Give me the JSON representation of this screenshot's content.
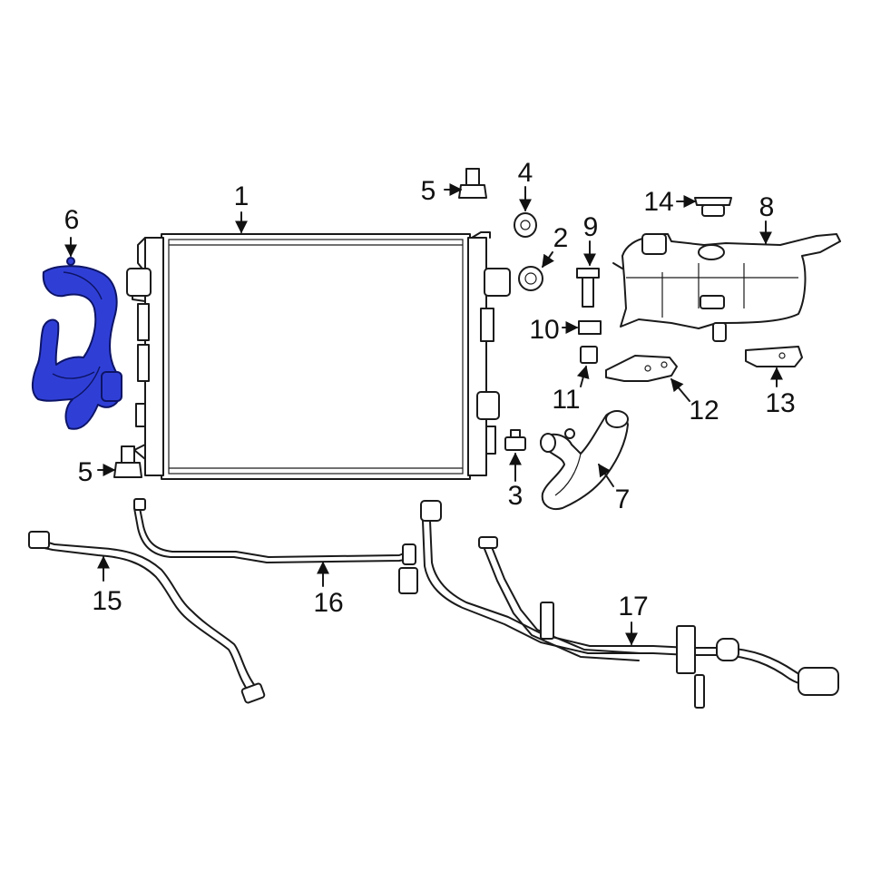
{
  "diagram": {
    "highlight_color": "#2f3fd6",
    "callouts": [
      {
        "id": "1",
        "label": "1",
        "part": "radiator"
      },
      {
        "id": "2",
        "label": "2",
        "part": "washer"
      },
      {
        "id": "3",
        "label": "3",
        "part": "clip"
      },
      {
        "id": "4",
        "label": "4",
        "part": "grommet"
      },
      {
        "id": "5a",
        "label": "5",
        "part": "bolt"
      },
      {
        "id": "5b",
        "label": "5",
        "part": "bolt"
      },
      {
        "id": "6",
        "label": "6",
        "part": "radiator hose"
      },
      {
        "id": "7",
        "label": "7",
        "part": "hose"
      },
      {
        "id": "8",
        "label": "8",
        "part": "reservoir"
      },
      {
        "id": "9",
        "label": "9",
        "part": "bolt"
      },
      {
        "id": "10",
        "label": "10",
        "part": "nut"
      },
      {
        "id": "11",
        "label": "11",
        "part": "spacer"
      },
      {
        "id": "12",
        "label": "12",
        "part": "bracket"
      },
      {
        "id": "13",
        "label": "13",
        "part": "bracket"
      },
      {
        "id": "14",
        "label": "14",
        "part": "cap"
      },
      {
        "id": "15",
        "label": "15",
        "part": "tube"
      },
      {
        "id": "16",
        "label": "16",
        "part": "tube"
      },
      {
        "id": "17",
        "label": "17",
        "part": "tube"
      }
    ]
  }
}
